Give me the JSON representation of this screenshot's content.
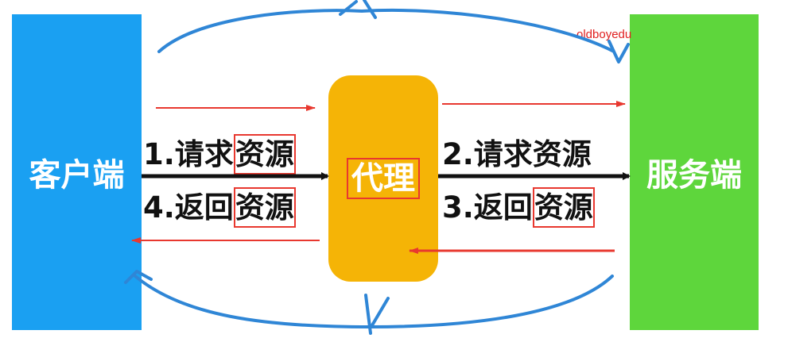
{
  "nodes": {
    "client": "客户端",
    "proxy": "代理",
    "server": "服务端"
  },
  "left_labels": {
    "request": {
      "step": "1.请求",
      "boxed": "资源"
    },
    "response": {
      "step": "4.返回",
      "boxed": "资源"
    }
  },
  "right_labels": {
    "request": {
      "step": "2.请求资源"
    },
    "response": {
      "step": "3.返回",
      "boxed": "资源"
    }
  },
  "watermark": "oldboyedu",
  "colors": {
    "client": "#1aa0f2",
    "proxy": "#f5b406",
    "server": "#5ed63c",
    "red_arrow": "#e8382f",
    "blue_curve": "#2f86d6",
    "black_arrow": "#111111"
  }
}
